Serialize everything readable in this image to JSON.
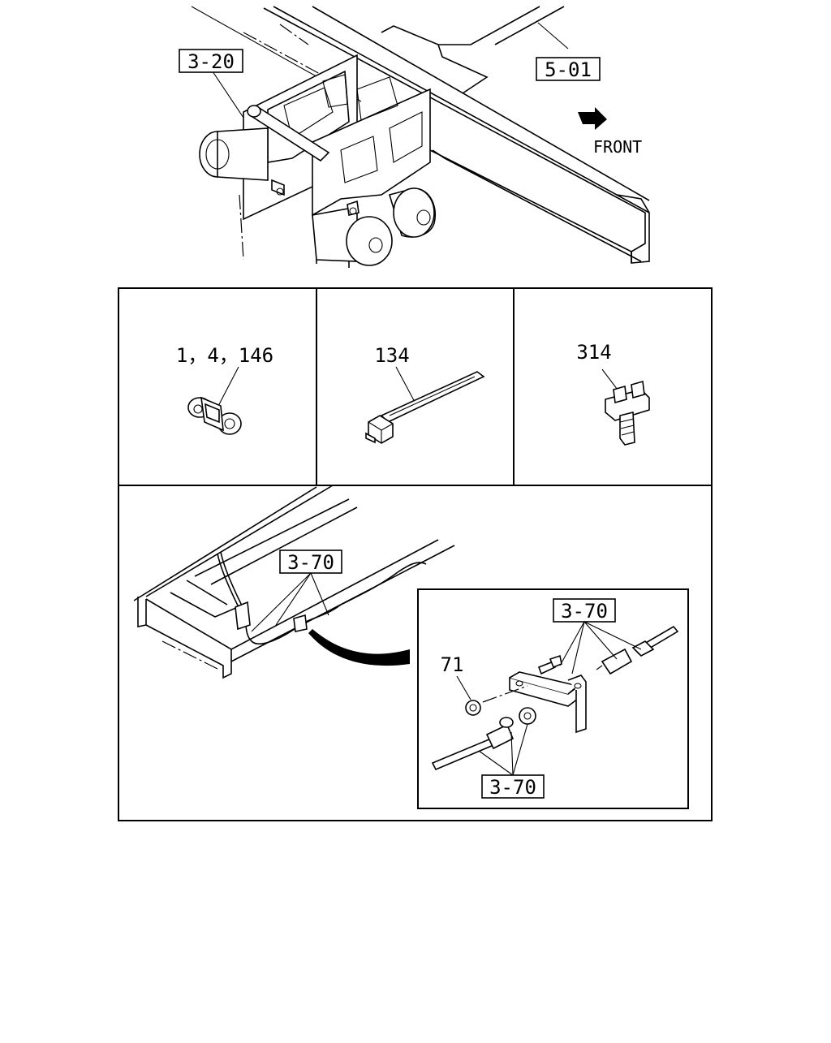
{
  "diagram": {
    "callouts": {
      "frame_ref": "5-01",
      "cylinder_ref": "3-20",
      "harness_ref_top": "3-70",
      "harness_ref_detail_top": "3-70",
      "harness_ref_detail_bottom": "3-70"
    },
    "direction_label": "FRONT",
    "parts": {
      "clip": "1，4，146",
      "cable_tie": "134",
      "fastener_clip": "314",
      "nut": "71"
    }
  }
}
